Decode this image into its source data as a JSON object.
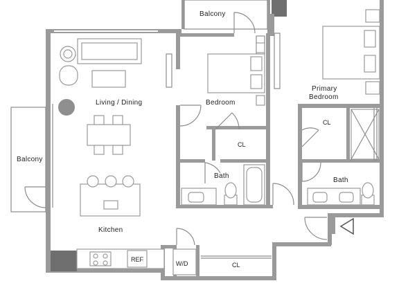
{
  "rooms": {
    "balcony_top": "Balcony",
    "balcony_left": "Balcony",
    "living_dining": "Living / Dining",
    "bedroom": "Bedroom",
    "closet_bedroom": "CL",
    "bath_bedroom": "Bath",
    "primary_bedroom_line1": "Primary",
    "primary_bedroom_line2": "Bedroom",
    "closet_primary": "CL",
    "bath_primary": "Bath",
    "kitchen": "Kitchen",
    "ref": "REF",
    "wd": "W/D",
    "closet_hall": "CL"
  },
  "icons": {
    "entry": "entry-arrow-icon"
  }
}
